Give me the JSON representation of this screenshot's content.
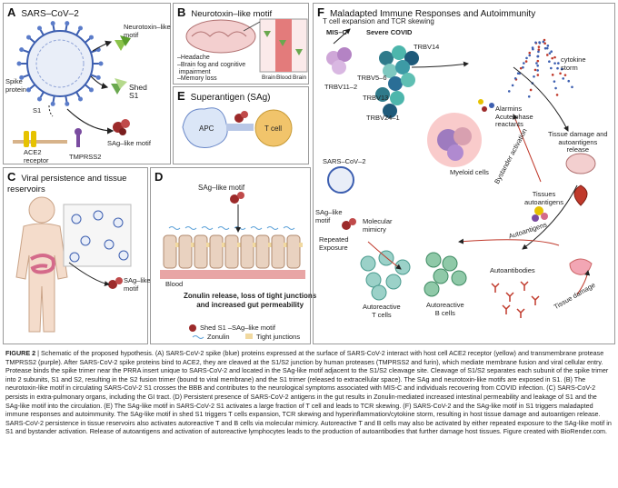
{
  "colors": {
    "spike": "#3d5fb0",
    "ace2": "#e6c200",
    "tmprss2": "#7a4ca0",
    "sag": "#9c2a2a",
    "tcell": "#f1c46b",
    "inflam": "#e84a4a",
    "arrow": "#222"
  },
  "panelA": {
    "letter": "A",
    "title": "SARS–CoV–2",
    "spike_protein": "Spike\nprotein",
    "s1": "S1",
    "ace2": "ACE2\nreceptor",
    "tmprss2": "TMPRSS2",
    "neurotoxin": "Neurotoxin–like\nmotif",
    "shed_s1": "Shed\nS1",
    "sag_like": "SAg–like motif"
  },
  "panelB": {
    "letter": "B",
    "title": "Neurotoxin–like motif",
    "symptoms": "–Headache\n–Brain fog and cognitive\n impairment\n–Memory loss",
    "brain": "Brain",
    "blood": "Blood",
    "brain2": "Brain"
  },
  "panelC": {
    "letter": "C",
    "title": "Viral persistence and tissue reservoirs",
    "sag_like": "SAg–like\nmotif"
  },
  "panelD": {
    "letter": "D",
    "sag_like": "SAg–like motif",
    "blood": "Blood",
    "zonulin_text": "Zonulin release, loss of tight junctions\nand increased gut permeability",
    "legend_shed": "Shed S1 –SAg–like motif",
    "legend_zonulin": "Zonulin",
    "legend_tj": "Tight junctions"
  },
  "panelE": {
    "letter": "E",
    "title": "Superantigen (SAg)",
    "apc": "APC",
    "tcell": "T cell"
  },
  "panelF": {
    "letter": "F",
    "title": "Maladapted Immune Responses and Autoimmunity",
    "t_cell_exp": "T cell  expansion and TCR skewing",
    "misc": "MIS–C",
    "severe": "Severe COVID",
    "trbv11": "TRBV11–2",
    "trbv14": "TRBV14",
    "trbv56": "TRBV5–6",
    "trbv13": "TRBV13",
    "trbv24": "TRBV24–1",
    "cytokine": "cytokine\nstorm",
    "alarmins": "Alarmins\nAcute phase\nreactants",
    "myeloid": "Myeloid cells",
    "sars": "SARS–CoV–2",
    "mimicry": "Molecular\nmimicry",
    "sag_like": "SAg–like\nmotif",
    "repeated": "Repeated\nExposure",
    "tissue_damage_rel": "Tissue damage and\nautoantigens\nrelease",
    "bystander": "Bystander activation",
    "tissues_auto": "Tissues\nautoantigens",
    "autoantigens": "Autoantigens",
    "autoantibodies": "Autoantibodies",
    "tissue_damage": "Tissue damage",
    "auto_t": "Autoreactive\nT cells",
    "auto_b": "Autoreactive\nB cells"
  },
  "caption": {
    "fig": "FIGURE 2",
    "text": " | Schematic of the proposed hypothesis. (A) SARS-CoV-2 spike (blue) proteins expressed at the surface of SARS-CoV-2 interact with host cell ACE2 receptor (yellow) and transmembrane protease TMPRSS2 (purple). After SARS-CoV-2 spike proteins bind to ACE2, they are cleaved at the S1/S2 junction by human proteases (TMPRSS2 and furin), which mediate membrane fusion and viral cellular entry. Protease binds the spike trimer near the PRRA insert unique to SARS-CoV-2 and located in the SAg-like motif adjacent to the S1/S2 cleavage site. Cleavage of S1/S2 separates each subunit of the spike trimer into 2 subunits, S1 and S2, resulting in the S2 fusion trimer (bound to viral membrane) and the S1 trimer (released to extracellular space). The SAg and neurotoxin-like motifs are exposed in S1. (B) The neurotoxin-like motif in circulating SARS-CoV-2 S1 crosses the BBB and contributes to the neurological symptoms associated with MIS-C and individuals recovering from COVID infection. (C) SARS-CoV-2 persists in extra-pulmonary organs, including the GI tract. (D) Persistent presence of SARS-CoV-2 antigens in the gut results in Zonulin-mediated increased intestinal permeability and leakage of S1 and the SAg-like motif into the circulation. (E) The SAg-like motif in SARS-CoV-2 S1 activates a large fraction of T cell and leads to TCR skewing. (F) SARS-CoV-2 and the SAg-like motif in S1 triggers maladapted immune responses and autoimmunity. The SAg-like motif in shed S1 triggers T cells expansion, TCR skewing and hyperinflammation/cytokine storm, resulting in host tissue damage and autoantigen release. SARS-CoV-2 persistence in tissue reservoirs also activates autoreactive T and B cells via molecular mimicry. Autoreactive T and B cells may also be activated by either repeated exposure to the SAg-like motif in S1 and bystander activation. Release of autoantigens and activation of autoreactive lymphocytes leads to the production of autoantibodies that further damage host tissues. Figure created with BioRender.com."
  }
}
